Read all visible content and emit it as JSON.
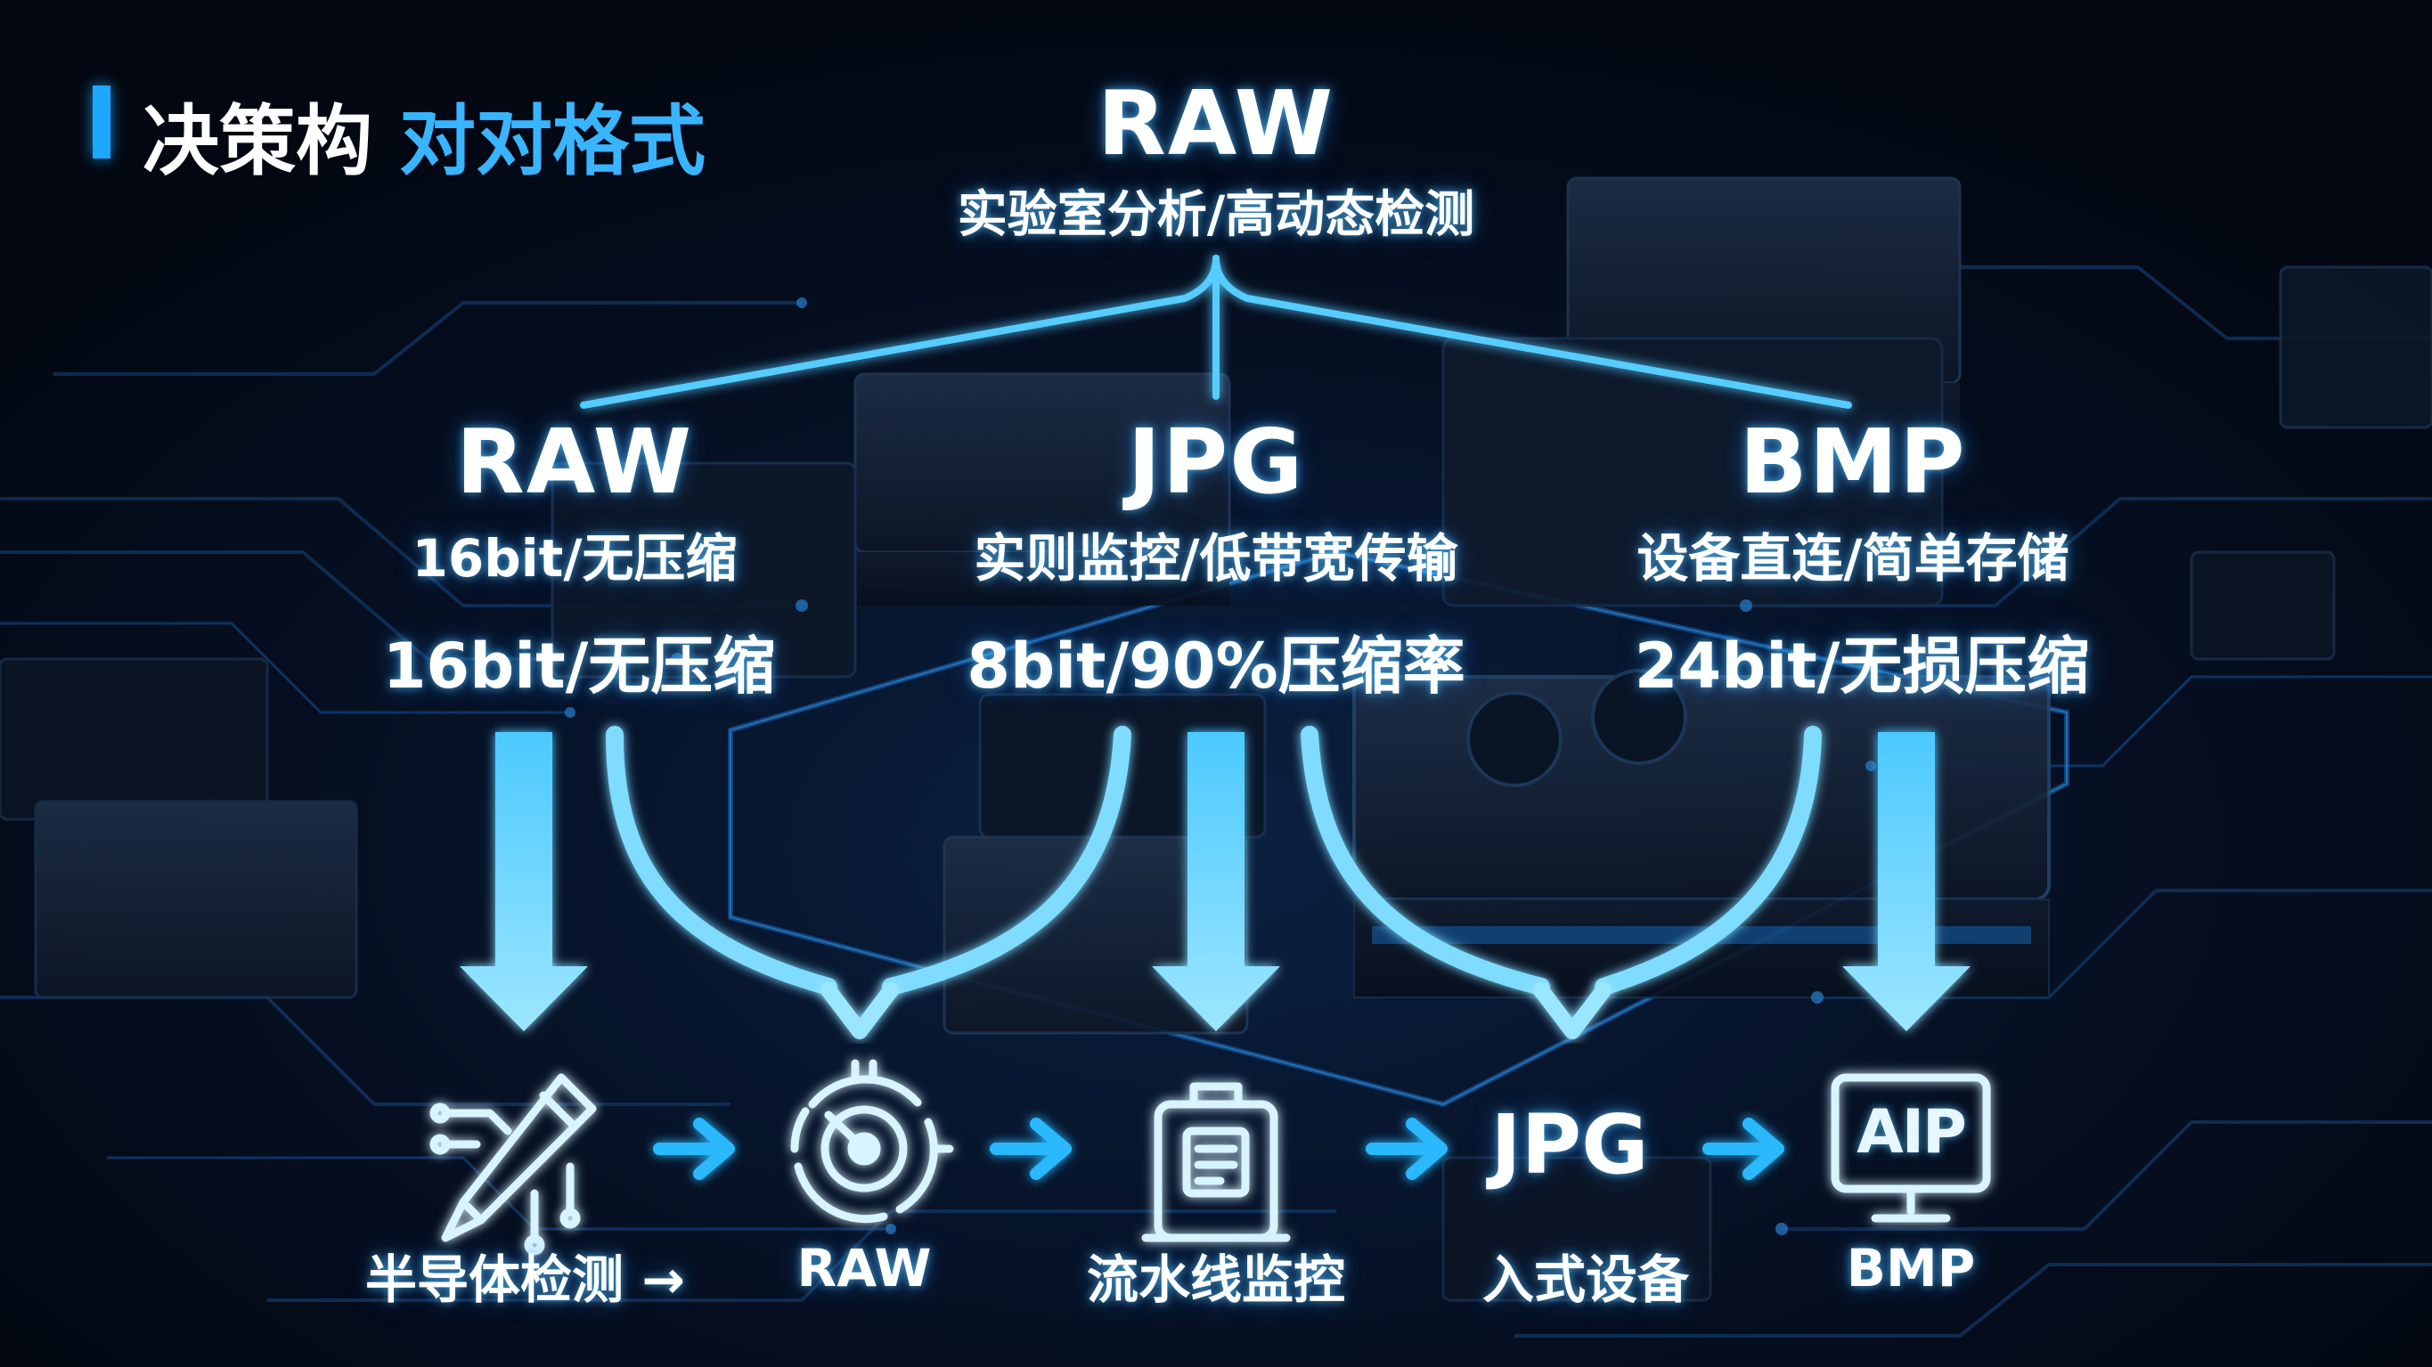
{
  "title": {
    "main": "决策构",
    "accent": "对对格式"
  },
  "root": {
    "name": "RAW",
    "desc": "实验室分析/高动态检测"
  },
  "formats": [
    {
      "name": "RAW",
      "desc": "16bit/无压缩",
      "spec": "16bit/无压缩"
    },
    {
      "name": "JPG",
      "desc": "实则监控/低带宽传输",
      "spec": "8bit/90%压缩率"
    },
    {
      "name": "BMP",
      "desc": "设备直连/简单存储",
      "spec": "24bit/无损压缩"
    }
  ],
  "flow": [
    {
      "label": "半导体检测",
      "arrow": "→",
      "icon": "pencil-circuit-icon"
    },
    {
      "label": "RAW",
      "icon": "radar-target-icon"
    },
    {
      "label": "流水线监控",
      "icon": "clipboard-icon"
    },
    {
      "label": "入式设备",
      "icon": "jpg-text-icon",
      "icon_text": "JPG"
    },
    {
      "label": "BMP",
      "icon": "monitor-aip-icon",
      "icon_text": "AIP"
    }
  ],
  "colors": {
    "accent": "#39b4ff",
    "arrow": "#5fd2ff",
    "background": "#050b1a"
  }
}
